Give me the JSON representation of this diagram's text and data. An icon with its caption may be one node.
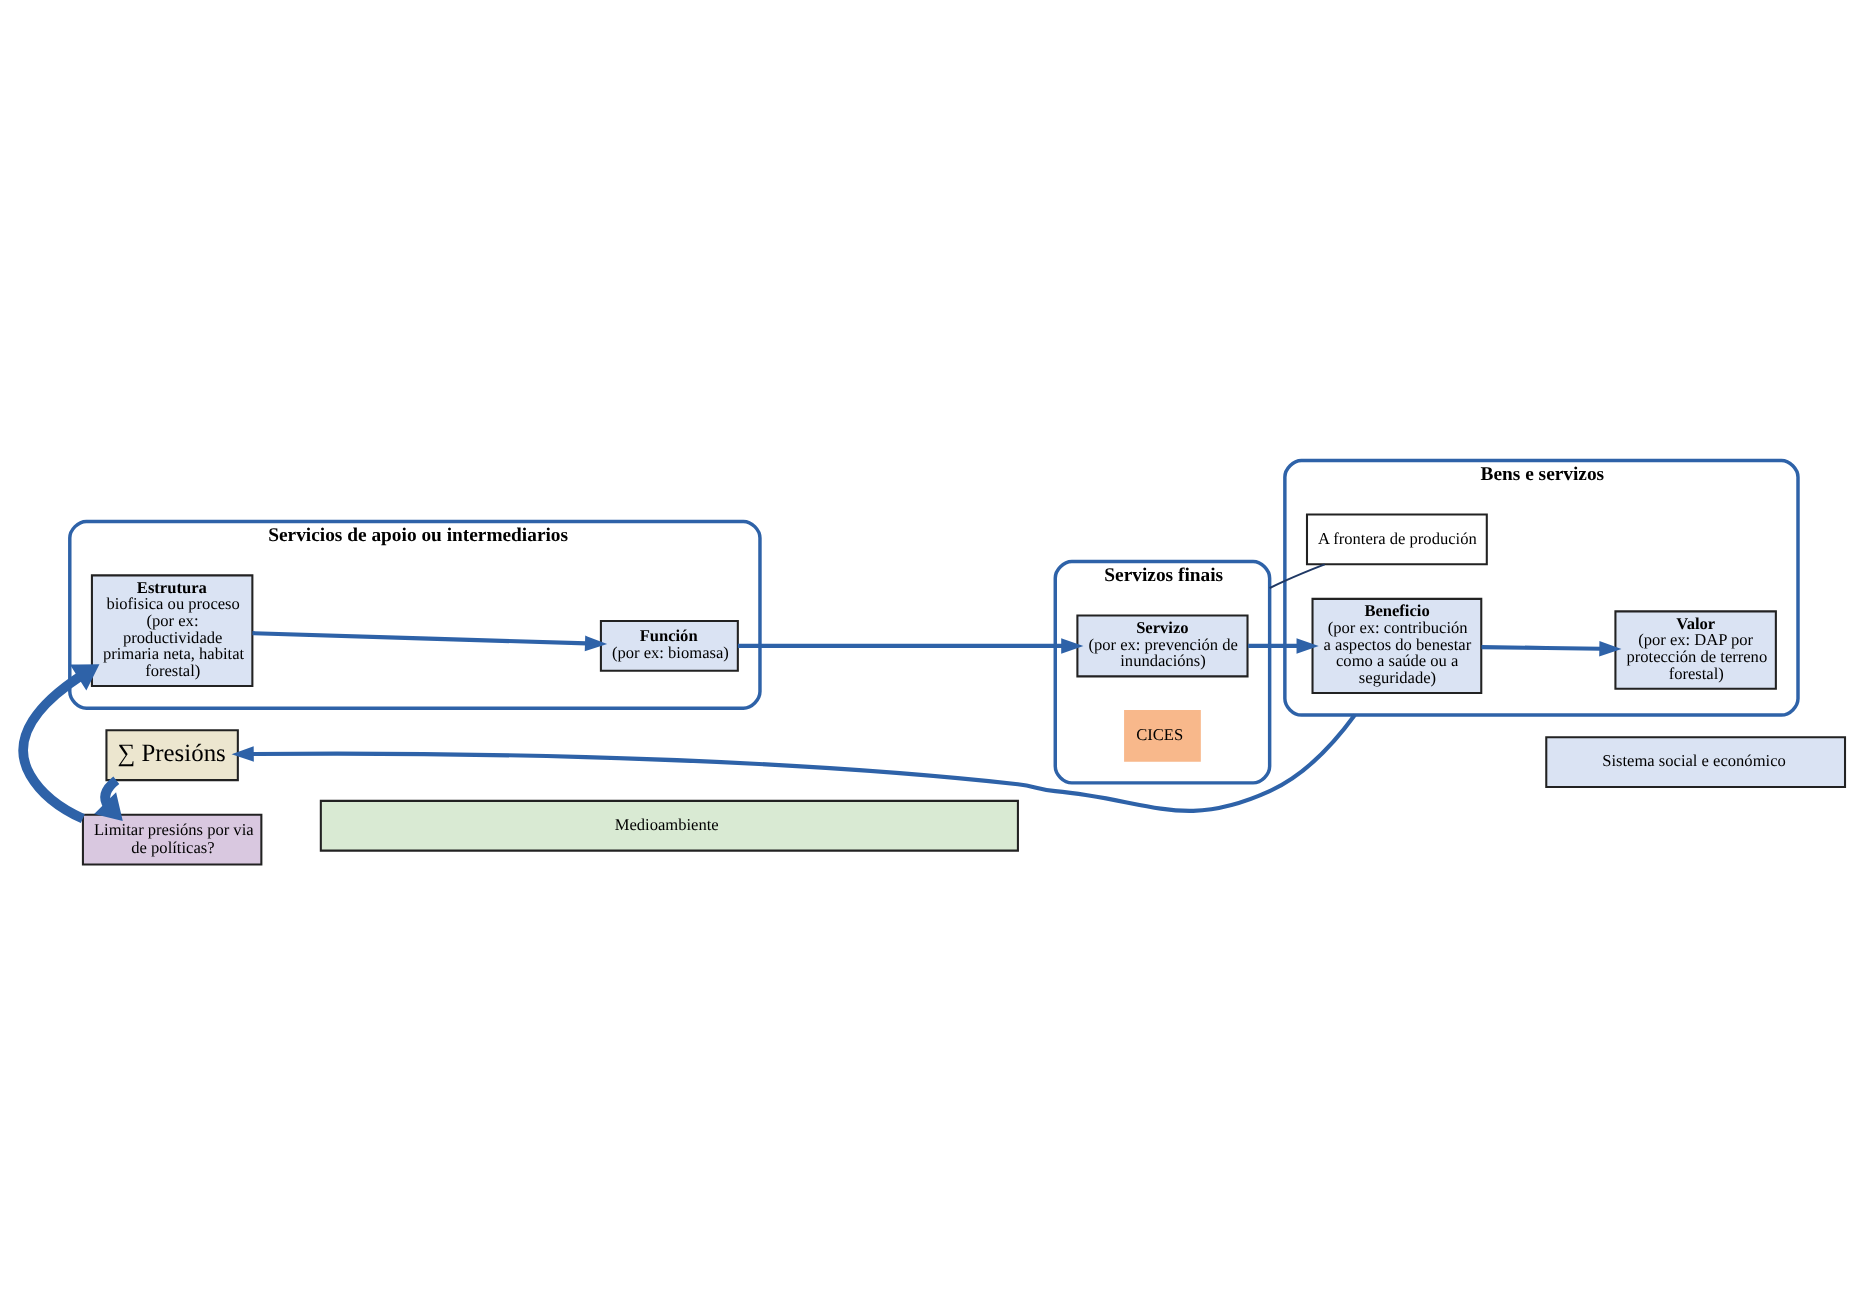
{
  "diagram": {
    "nodes": [
      {
        "text": [
          "Medioambiente"
        ]
      },
      {
        "text": [
          "Sistema social e económico"
        ]
      },
      {
        "text": [
          "Servicios de apoio ou intermediarios"
        ]
      },
      {
        "text": [
          "Servizos finais"
        ]
      },
      {
        "text": [
          "Bens e servizos"
        ]
      },
      {
        "text": [
          "Estrutura",
          "biofisica ou proceso (por ex: productividade primaria neta, habitat forestal)"
        ],
        "in": 2
      },
      {
        "text": [
          "Función",
          "(por ex: biomasa)"
        ],
        "in": 2
      },
      {
        "text": [
          "Servizo",
          "(por ex: prevención de inundacións)"
        ],
        "in": 3
      },
      {
        "text": [
          "Beneficio",
          "(por ex: contribución a aspectos do benestar como a saúde ou a seguridade)"
        ],
        "in": 4
      },
      {
        "text": [
          "Valor",
          "(por ex: DAP por protección de terreno forestal)"
        ],
        "in": 4
      },
      {
        "text": [
          "Limitar presións por via de políticas?"
        ]
      },
      {
        "text": [
          "∑ Presións"
        ]
      },
      {
        "text": [
          "CICES"
        ],
        "in": 3
      },
      {
        "text": [
          "A frontera de produción"
        ],
        "in": 4
      }
    ],
    "edges": [
      {
        "from": 5,
        "to": 6,
        "arrow": "to"
      },
      {
        "from": 6,
        "to": 7,
        "arrow": "to"
      },
      {
        "from": 7,
        "to": 8,
        "arrow": "to"
      },
      {
        "from": 8,
        "to": 9,
        "arrow": "to"
      },
      {
        "from": 11,
        "to": 10,
        "arrow": "to",
        "style": "thick"
      },
      {
        "from": 10,
        "to": 5,
        "arrow": "to",
        "style": "thick"
      },
      {
        "from": 4,
        "to": 11,
        "arrow": "to"
      },
      {
        "from": 13,
        "to": 3,
        "arrow": "none",
        "color": "#1f3864"
      }
    ]
  }
}
